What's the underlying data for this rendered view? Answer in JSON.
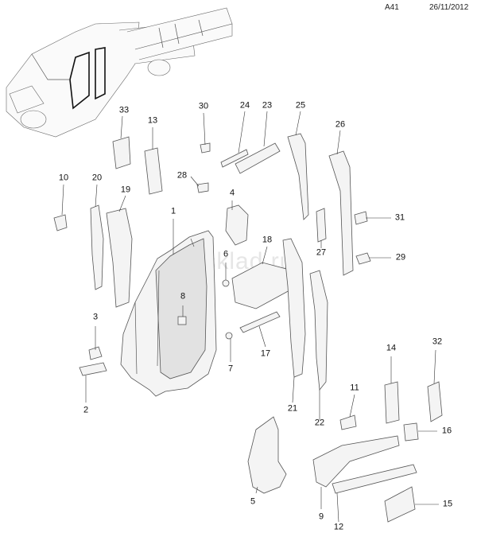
{
  "header": {
    "sheet_code": "A41",
    "date": "26/11/2012"
  },
  "watermark": "gimsklad.ru",
  "callouts": {
    "c1": "1",
    "c2": "2",
    "c3": "3",
    "c4": "4",
    "c5": "5",
    "c6": "6",
    "c7": "7",
    "c8": "8",
    "c9": "9",
    "c10": "10",
    "c11": "11",
    "c12": "12",
    "c13": "13",
    "c14": "14",
    "c15": "15",
    "c16": "16",
    "c17": "17",
    "c18": "18",
    "c19": "19",
    "c20": "20",
    "c21": "21",
    "c22": "22",
    "c23": "23",
    "c24": "24",
    "c25": "25",
    "c26": "26",
    "c27": "27",
    "c28": "28",
    "c29": "29",
    "c30": "30",
    "c31": "31",
    "c32": "32",
    "c33": "33"
  }
}
